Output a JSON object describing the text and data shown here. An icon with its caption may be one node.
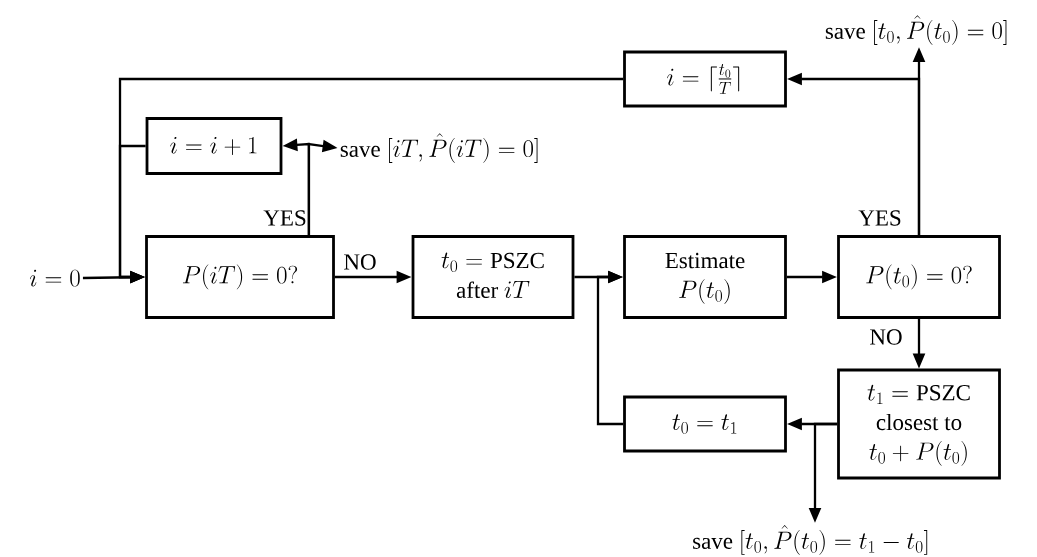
{
  "diagram": {
    "nodes": [
      {
        "text": [
          "i = 0"
        ]
      },
      {
        "text": [
          "P(iT) = 0?"
        ]
      },
      {
        "text": [
          "\\begin{array}{c} t_0 = \\mathrm{PSZC} \\\\ \\mathrm{after}\\ iT \\end{array}"
        ]
      },
      {
        "text": [
          "\\begin{array}{c} \\mathrm{Estimate} \\\\ P(t_0) \\end{array}"
        ]
      },
      {
        "text": [
          "P(t_0) = 0?"
        ]
      },
      {
        "text": [
          "i = i + 1"
        ]
      },
      {
        "text": [
          "\\mathrm{save}\\ [iT, \\hat{P}(iT) = 0]"
        ]
      },
      {
        "text": [
          "i = \\lceil \\frac{t_0}{T} \\rceil"
        ]
      },
      {
        "text": [
          "\\mathrm{save}\\ [t_0, \\hat{P}(t_0) = 0]"
        ]
      },
      {
        "text": [
          "\\begin{array}{c} t_1 = \\mathrm{PSZC} \\\\ \\mathrm{closest\\ to} \\\\ t_0 + P(t_0) \\end{array}"
        ]
      },
      {
        "text": [
          "t_0 = t_1"
        ]
      },
      {
        "text": [
          "\\mathrm{save}\\ [t_0, \\hat{P}(t_0) = t_1 - t_0]"
        ]
      }
    ],
    "edges": [
      {
        "from": 0,
        "to": 1,
        "arrow": "to"
      },
      {
        "from": 1,
        "to": 2,
        "arrow": "to",
        "label": "NO"
      },
      {
        "from": 2,
        "to": 3,
        "arrow": "to"
      },
      {
        "from": 3,
        "to": 4,
        "arrow": "to"
      },
      {
        "from": 4,
        "to": 9,
        "arrow": "to",
        "label": "NO"
      },
      {
        "from": 4,
        "to": 8,
        "arrow": "to",
        "label": "YES"
      },
      {
        "from": 4,
        "to": 7,
        "arrow": "to"
      },
      {
        "from": 7,
        "to": 1,
        "arrow": "to"
      },
      {
        "from": 5,
        "to": 1,
        "arrow": "to"
      },
      {
        "from": 1,
        "to": 5,
        "arrow": "to",
        "label": "YES"
      },
      {
        "from": 1,
        "to": 6,
        "arrow": "to"
      },
      {
        "from": 9,
        "to": 10,
        "arrow": "to"
      },
      {
        "from": 9,
        "to": 11,
        "arrow": "to"
      },
      {
        "from": 10,
        "to": 3,
        "arrow": "to"
      }
    ]
  }
}
